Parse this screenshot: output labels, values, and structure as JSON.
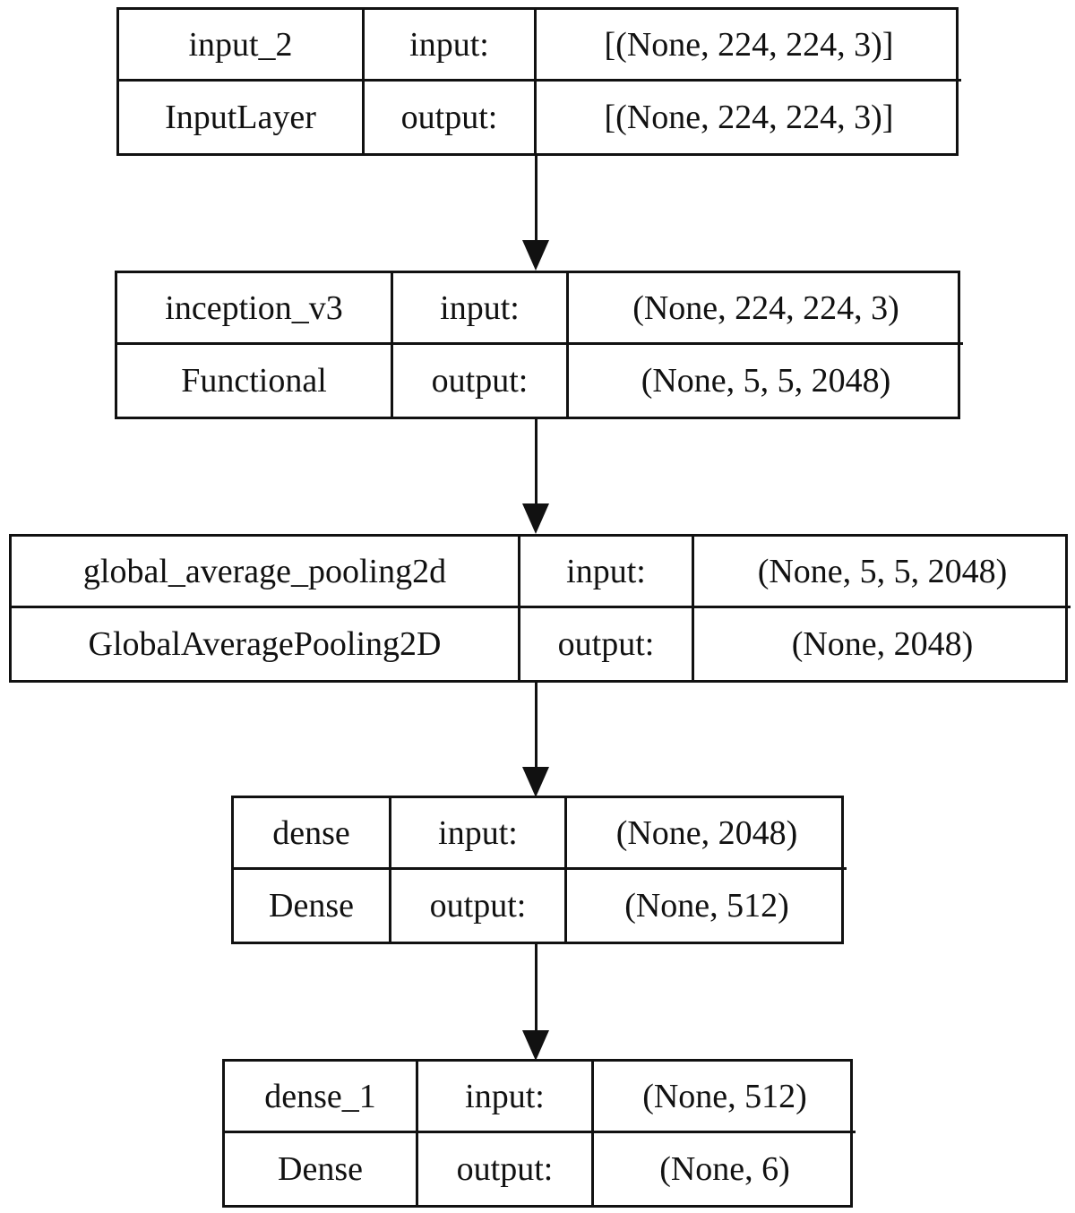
{
  "layers": [
    {
      "name": "input_2",
      "type": "InputLayer",
      "input_label": "input:",
      "output_label": "output:",
      "input_shape": "[(None, 224, 224, 3)]",
      "output_shape": "[(None, 224, 224, 3)]"
    },
    {
      "name": "inception_v3",
      "type": "Functional",
      "input_label": "input:",
      "output_label": "output:",
      "input_shape": "(None, 224, 224, 3)",
      "output_shape": "(None, 5, 5, 2048)"
    },
    {
      "name": "global_average_pooling2d",
      "type": "GlobalAveragePooling2D",
      "input_label": "input:",
      "output_label": "output:",
      "input_shape": "(None, 5, 5, 2048)",
      "output_shape": "(None, 2048)"
    },
    {
      "name": "dense",
      "type": "Dense",
      "input_label": "input:",
      "output_label": "output:",
      "input_shape": "(None, 2048)",
      "output_shape": "(None, 512)"
    },
    {
      "name": "dense_1",
      "type": "Dense",
      "input_label": "input:",
      "output_label": "output:",
      "input_shape": "(None, 512)",
      "output_shape": "(None, 6)"
    }
  ]
}
